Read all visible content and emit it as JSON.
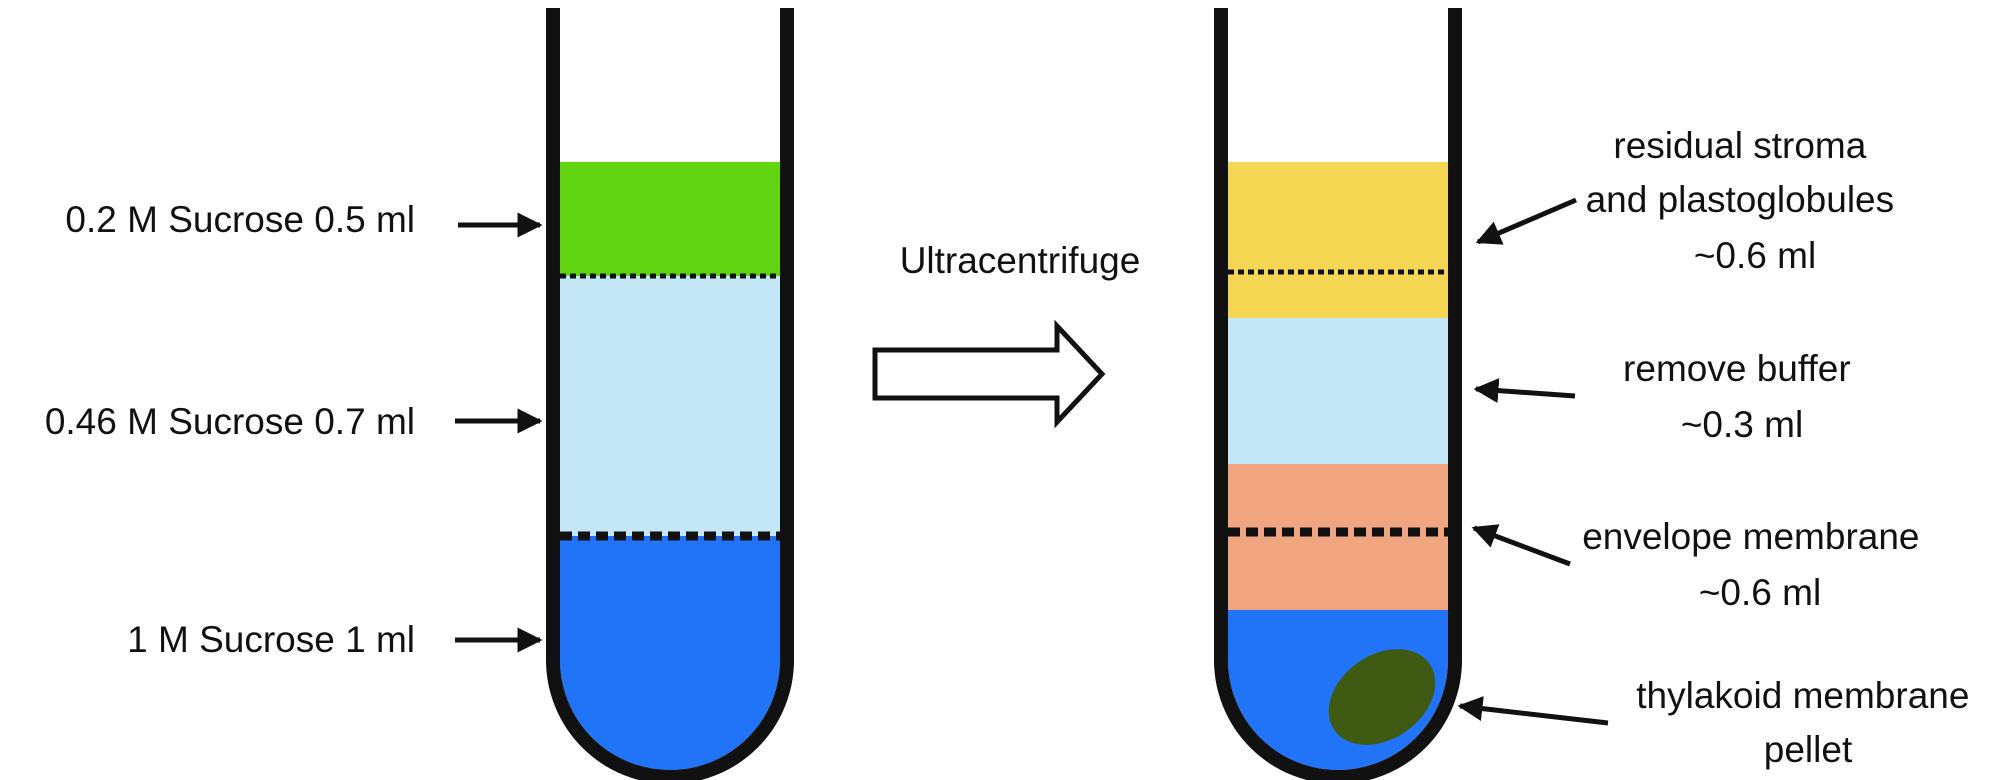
{
  "left_tube": {
    "layers": [
      {
        "label": "0.2 M Sucrose 0.5 ml",
        "color": "#62d512"
      },
      {
        "label": "0.46 M Sucrose 0.7 ml",
        "color": "#c3e7f6"
      },
      {
        "label": "1 M Sucrose 1 ml",
        "color": "#2174f8"
      }
    ]
  },
  "process": {
    "label": "Ultracentrifuge"
  },
  "right_tube": {
    "layers": [
      {
        "lines": [
          "residual stroma",
          "and plastoglobules",
          "~0.6 ml"
        ],
        "color": "#f5d653"
      },
      {
        "lines": [
          "remove buffer",
          "~0.3 ml"
        ],
        "color": "#c3e7f6"
      },
      {
        "lines": [
          "envelope membrane",
          "~0.6 ml"
        ],
        "color": "#f1a682"
      },
      {
        "lines": [
          "thylakoid membrane",
          "pellet"
        ],
        "color": "#2174f8",
        "pellet_color": "#3e5a13"
      }
    ]
  },
  "colors": {
    "tube_wall": "#111111",
    "arrow": "#111111",
    "process_arrow_fill": "#ffffff"
  }
}
